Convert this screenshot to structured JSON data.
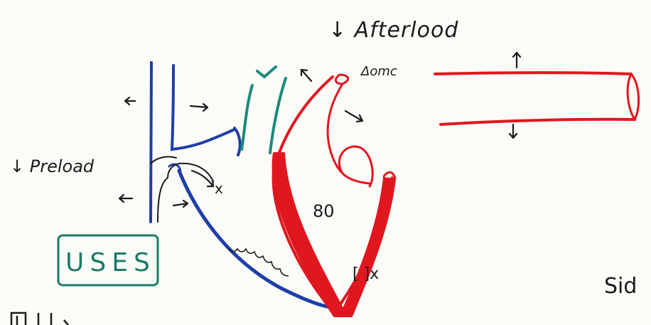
{
  "annotations": {
    "afterload": "↓ Afterlood",
    "preload": "↓ Preload",
    "vessel_label": "Δomc",
    "ventricle_value": "80",
    "bracket_mark": "[ ]x",
    "arrow_x_mark": "x",
    "uses_box": "USES",
    "side_text": "Sid"
  },
  "colors": {
    "veins": "#1f3ea8",
    "arteries_heart": "#e0171f",
    "pulmonary": "#1e8a7a",
    "ink": "#1b1b1b",
    "board": "#fbfbf8"
  }
}
